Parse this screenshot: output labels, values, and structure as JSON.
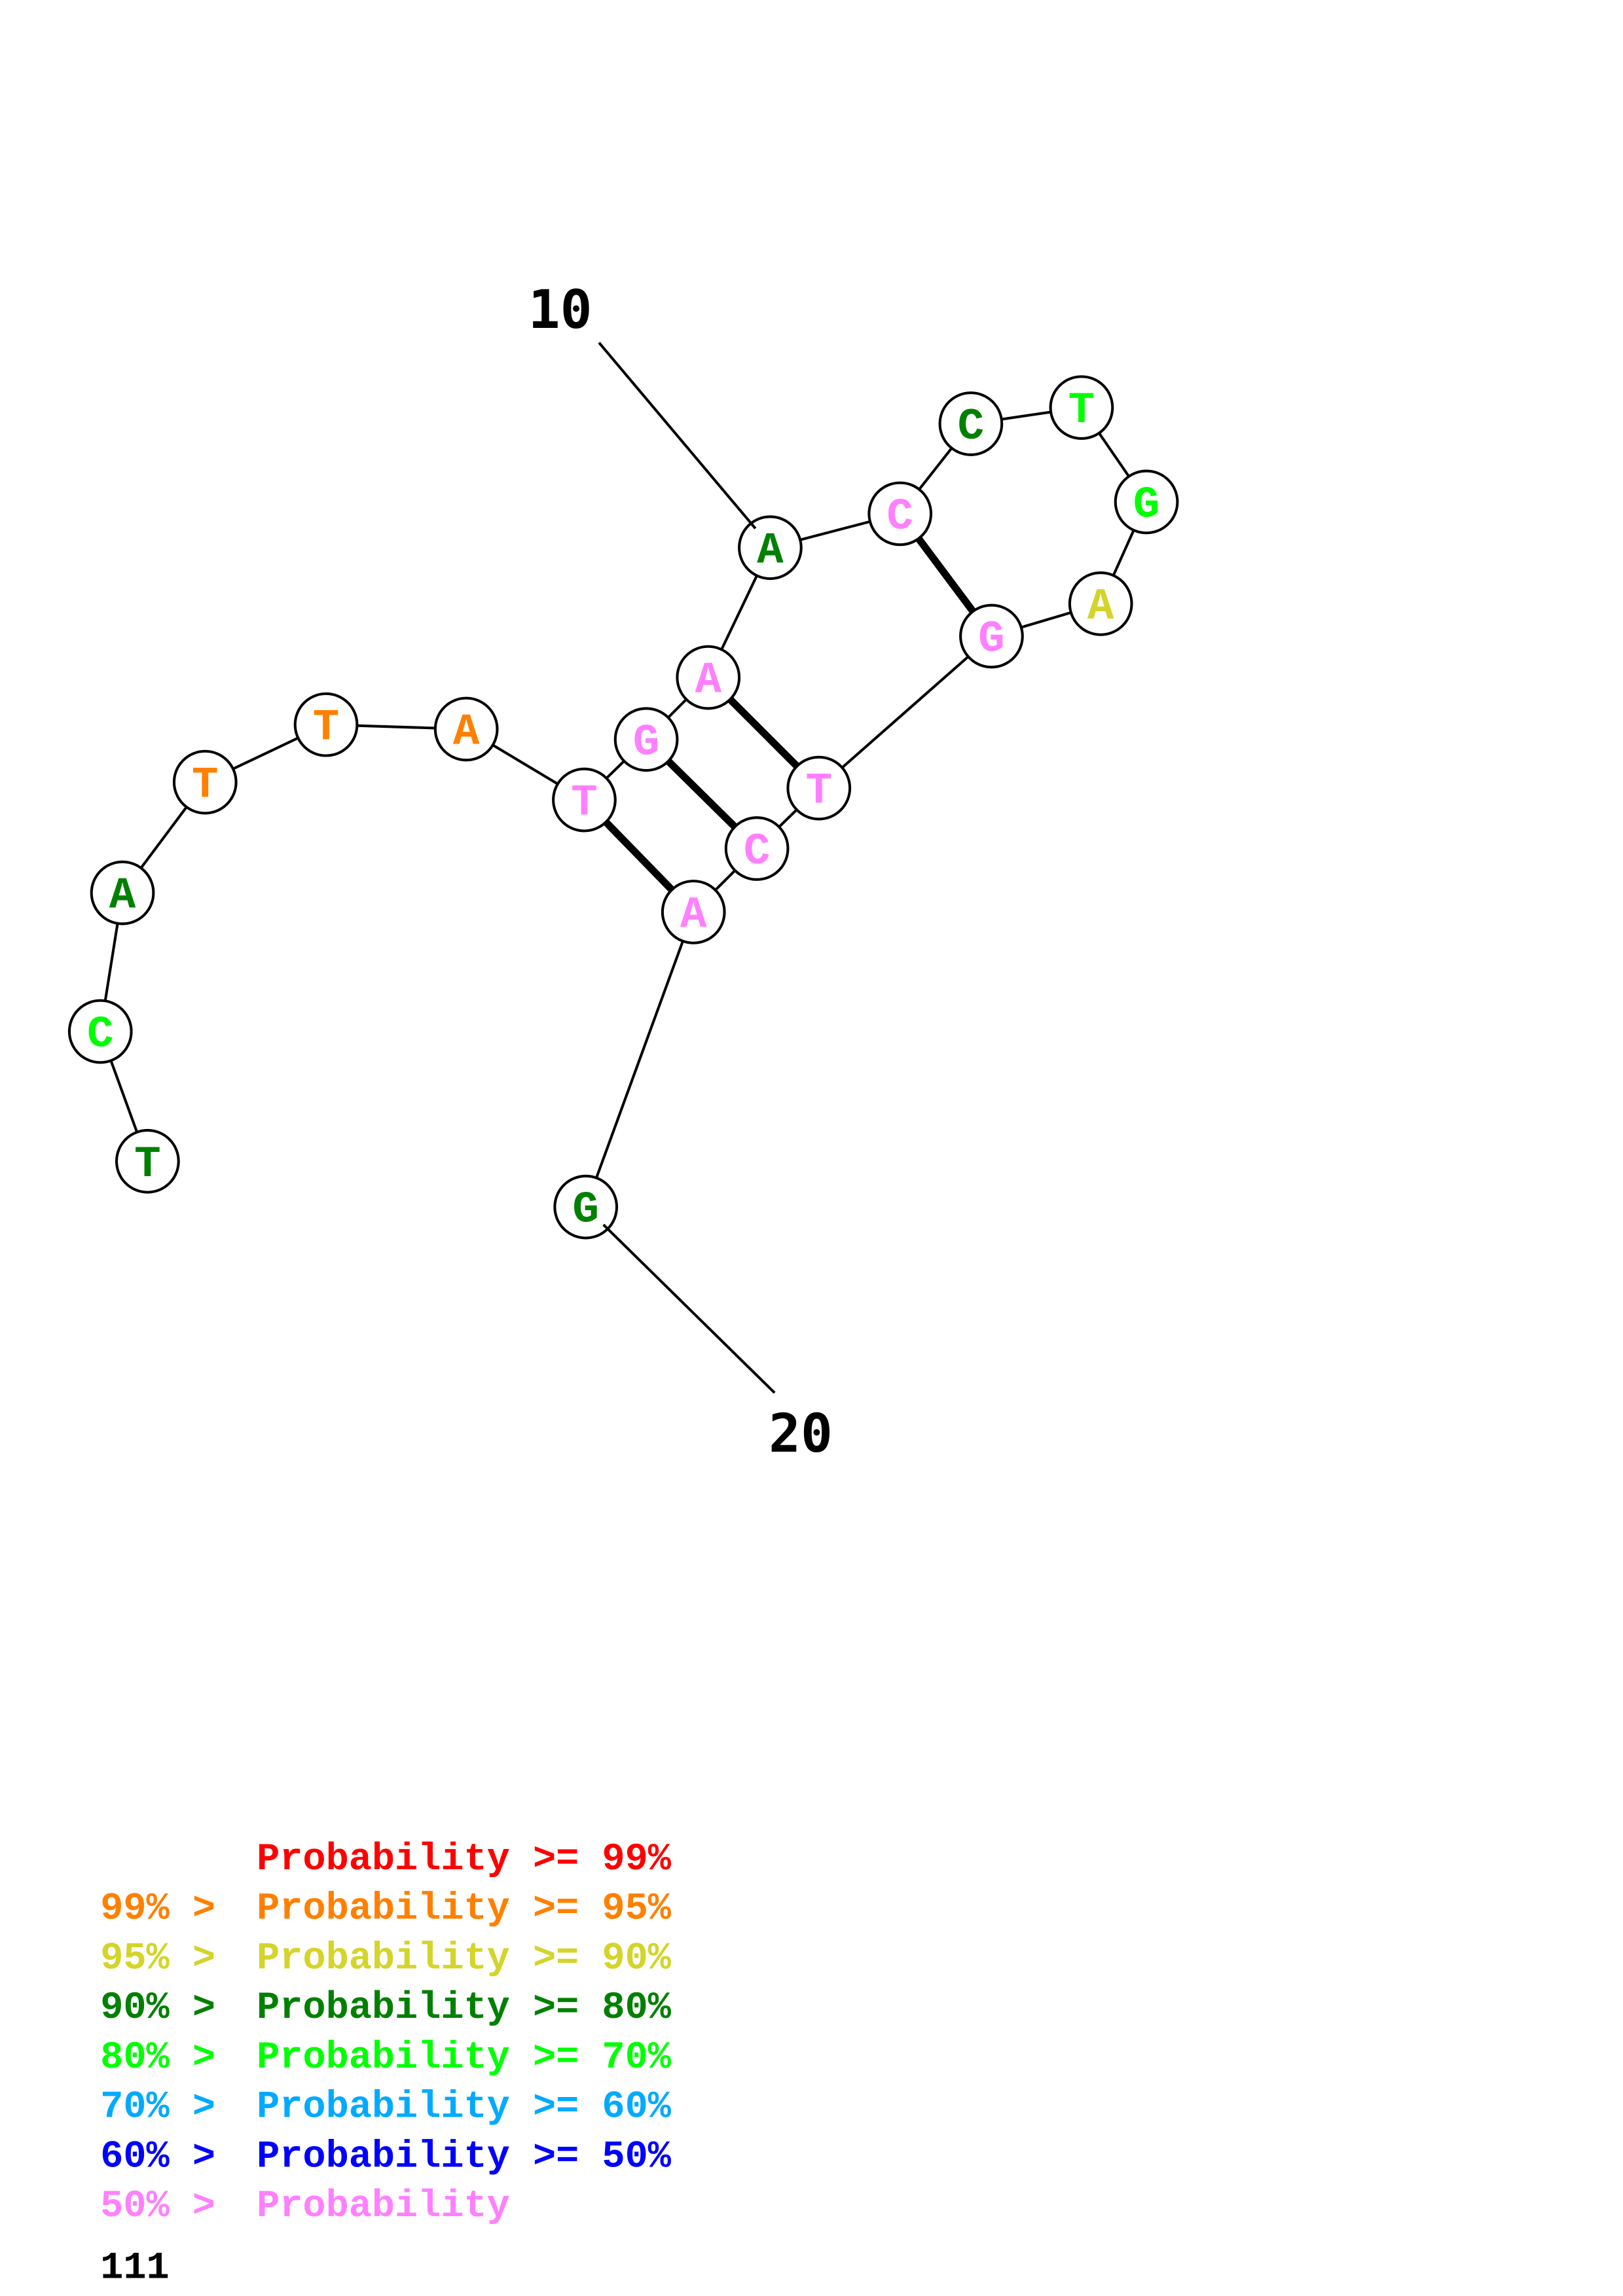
{
  "sequence": [
    {
      "base": "T",
      "color": "#008000"
    },
    {
      "base": "C",
      "color": "#00ff00"
    },
    {
      "base": "A",
      "color": "#008000"
    },
    {
      "base": "T",
      "color": "#ff8000"
    },
    {
      "base": "T",
      "color": "#ff8000"
    },
    {
      "base": "A",
      "color": "#ff8000"
    },
    {
      "base": "T",
      "color": "#ff80ff"
    },
    {
      "base": "G",
      "color": "#ff80ff"
    },
    {
      "base": "A",
      "color": "#ff80ff"
    },
    {
      "base": "A",
      "color": "#008000"
    },
    {
      "base": "C",
      "color": "#ff80ff"
    },
    {
      "base": "C",
      "color": "#008000"
    },
    {
      "base": "T",
      "color": "#00ff00"
    },
    {
      "base": "G",
      "color": "#00ff00"
    },
    {
      "base": "A",
      "color": "#d4d42a"
    },
    {
      "base": "G",
      "color": "#ff80ff"
    },
    {
      "base": "T",
      "color": "#ff80ff"
    },
    {
      "base": "C",
      "color": "#ff80ff"
    },
    {
      "base": "A",
      "color": "#ff80ff"
    },
    {
      "base": "G",
      "color": "#008000"
    }
  ],
  "pairs": [
    [
      7,
      19
    ],
    [
      8,
      18
    ],
    [
      9,
      17
    ],
    [
      11,
      16
    ]
  ],
  "position_labels": [
    {
      "index": 10,
      "text": "10"
    },
    {
      "index": 20,
      "text": "20"
    }
  ],
  "legend": [
    {
      "left": "    ",
      "text": "Probability >= 99%",
      "color": "#ff0000"
    },
    {
      "left": "99% > ",
      "text": "Probability >= 95%",
      "color": "#ff8000"
    },
    {
      "left": "95% > ",
      "text": "Probability >= 90%",
      "color": "#d4d42a"
    },
    {
      "left": "90% > ",
      "text": "Probability >= 80%",
      "color": "#008000"
    },
    {
      "left": "80% > ",
      "text": "Probability >= 70%",
      "color": "#00ff00"
    },
    {
      "left": "70% > ",
      "text": "Probability >= 60%",
      "color": "#00aaff"
    },
    {
      "left": "60% > ",
      "text": "Probability >= 50%",
      "color": "#0000ff"
    },
    {
      "left": "50% > ",
      "text": "Probability",
      "color": "#ff80ff"
    }
  ],
  "footer": "111"
}
